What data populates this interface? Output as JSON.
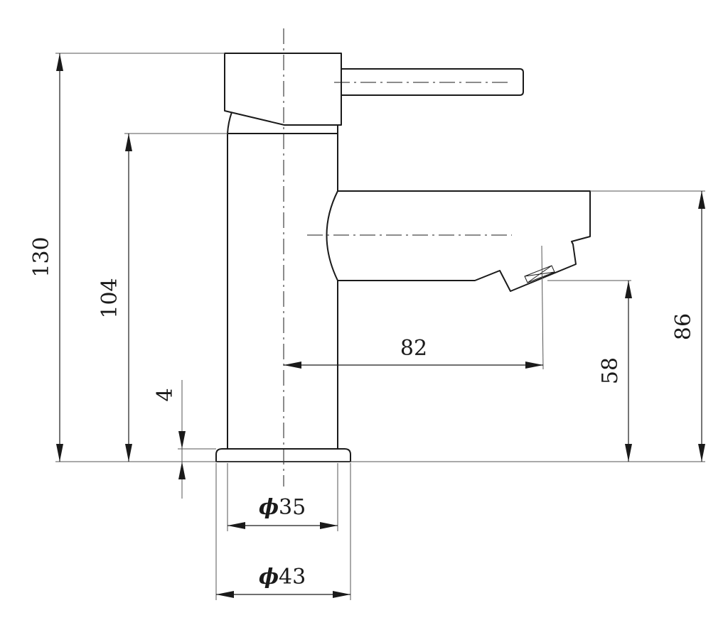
{
  "dimensions": {
    "overall_height": "130",
    "spout_top_height": "104",
    "base_thickness": "4",
    "spout_reach": "82",
    "outlet_height": "58",
    "spout_top_level": "86",
    "body_diameter": {
      "symbol": "ϕ",
      "value": "35"
    },
    "base_diameter": {
      "symbol": "ϕ",
      "value": "43"
    }
  }
}
